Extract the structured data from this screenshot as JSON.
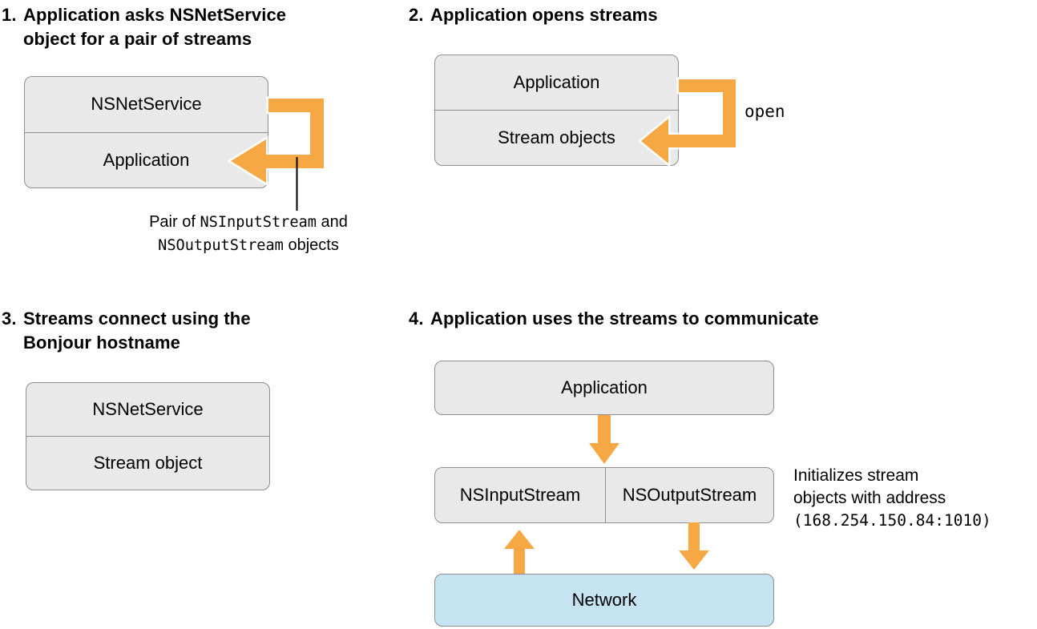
{
  "colors": {
    "arrow_orange": "#F5A843",
    "box_fill": "#E9E9EA",
    "box_border": "#8E8E8E",
    "network_fill": "#C5E3F1",
    "callout_line": "#000000"
  },
  "step1": {
    "number": "1.",
    "title_line1": "Application asks NSNetService",
    "title_line2": "object for a pair of streams",
    "row1": "NSNetService",
    "row2": "Application",
    "caption_part1": "Pair of ",
    "caption_part2": "NSInputStream",
    "caption_part3": " and",
    "caption_part4": "NSOutputStream",
    "caption_part5": " objects"
  },
  "step2": {
    "number": "2.",
    "title": "Application opens streams",
    "row1": "Application",
    "row2": "Stream objects",
    "arrow_label": "open"
  },
  "step3": {
    "number": "3.",
    "title_line1": "Streams connect using the",
    "title_line2": "Bonjour hostname",
    "row1": "NSNetService",
    "row2": "Stream object"
  },
  "step4": {
    "number": "4.",
    "title": "Application uses the streams to communicate",
    "app_label": "Application",
    "input_label": "NSInputStream",
    "output_label": "NSOutputStream",
    "network_label": "Network",
    "caption_line1": "Initializes stream",
    "caption_line2": "objects with address",
    "caption_line3": "(168.254.150.84:1010)"
  }
}
